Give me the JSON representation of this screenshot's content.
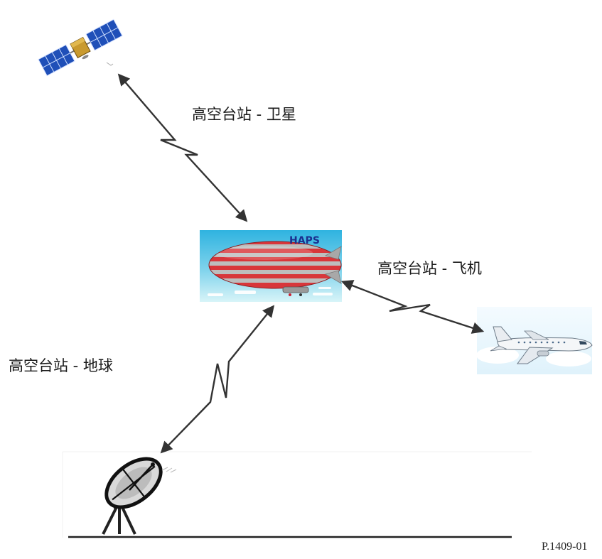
{
  "links": {
    "satellite": "高空台站 - 卫星",
    "aircraft": "高空台站 - 飞机",
    "earth": "高空台站 - 地球"
  },
  "haps_label": "HAPS",
  "figure_id": "P.1409-01",
  "colors": {
    "link": "#333333",
    "sky_top": "#2fb3e0",
    "sky_bottom": "#d8f4f8",
    "airship_red": "#d8363a",
    "airship_gray": "#b9b9b9",
    "haps_text": "#1b2f8f",
    "solar_panel": "#1f4fb8"
  },
  "icons": [
    "satellite-icon",
    "airship-icon",
    "airplane-icon",
    "dish-antenna-icon"
  ]
}
